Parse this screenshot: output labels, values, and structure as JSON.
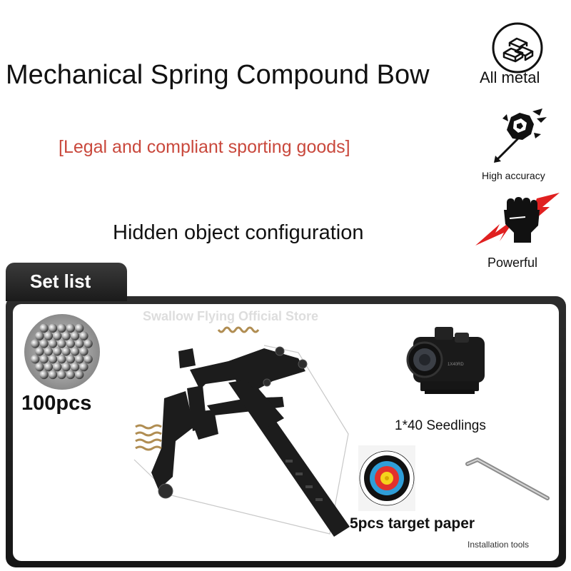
{
  "header": {
    "title": "Mechanical Spring Compound Bow",
    "subtitle": "[Legal and compliant sporting goods]",
    "configuration": "Hidden object configuration"
  },
  "features": [
    {
      "label": "All metal",
      "icon": "metal-ingots-icon"
    },
    {
      "label": "High accuracy",
      "icon": "shattered-target-icon"
    },
    {
      "label": "Powerful",
      "icon": "fist-lightning-icon"
    }
  ],
  "set_list": {
    "tab_label": "Set list",
    "watermark": "Swallow Flying Official Store",
    "items": [
      {
        "label": "100pcs",
        "icon": "steel-balls-icon"
      },
      {
        "label": "1*40 Seedlings",
        "icon": "red-dot-scope-icon"
      },
      {
        "label": "5pcs target paper",
        "icon": "archery-target-icon"
      },
      {
        "label": "Installation tools",
        "icon": "hex-key-icon"
      }
    ]
  },
  "colors": {
    "accent_red": "#c9483c",
    "panel_dark": "#1b1b1b",
    "text": "#111111"
  }
}
